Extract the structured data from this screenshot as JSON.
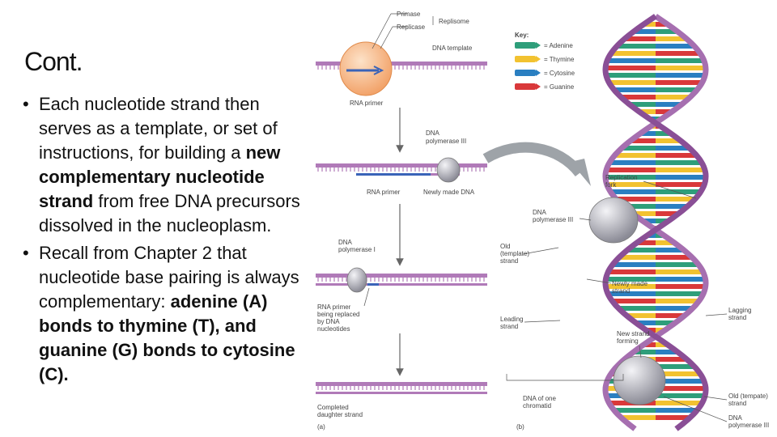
{
  "slide": {
    "title": "Cont.",
    "bullet_char": "•",
    "bullet1": {
      "text_a": "Each nucleotide strand then serves as a template, or set of instructions, for building a ",
      "bold": "new complementary nucleotide strand",
      "text_b": " from free DNA precursors dissolved in the nucleoplasm."
    },
    "bullet2": {
      "text_a": "Recall from Chapter 2 that nucleotide base pairing is always complementary: ",
      "bold": "adenine (A) bonds to thymine (T), and guanine (G) bonds to cytosine (C)."
    }
  },
  "panel_a": {
    "primase": "Primase",
    "replicase": "Replicase",
    "replisome": "Replisome",
    "dna_template": "DNA template",
    "rna_primer_top": "RNA primer",
    "dna_polymerase_3": "DNA",
    "dna_polymerase_3b": "polymerase III",
    "rna_primer": "RNA primer",
    "newly_made_dna": "Newly made DNA",
    "dna_polymerase_1": "DNA",
    "dna_polymerase_1b": "polymerase I",
    "replaced_1": "RNA primer",
    "replaced_2": "being replaced",
    "replaced_3": "by DNA",
    "replaced_4": "nucleotides",
    "completed_1": "Completed",
    "completed_2": "daughter strand",
    "panel_label": "(a)"
  },
  "key": {
    "title": "Key:",
    "items": [
      {
        "label": "= Adenine",
        "color": "#2e9e7a"
      },
      {
        "label": "= Thymine",
        "color": "#f2c230"
      },
      {
        "label": "= Cytosine",
        "color": "#2a7fc1"
      },
      {
        "label": "= Guanine",
        "color": "#d9383a"
      }
    ]
  },
  "panel_b": {
    "replication_fork_1": "Replication",
    "replication_fork_2": "fork",
    "dna_pol_3_1": "DNA",
    "dna_pol_3_2": "polymerase III",
    "old_template_1": "Old",
    "old_template_2": "(template)",
    "old_template_3": "strand",
    "newly_made_1": "Newly made",
    "newly_made_2": "strand",
    "leading_1": "Leading",
    "leading_2": "strand",
    "lagging_1": "Lagging",
    "lagging_2": "strand",
    "new_strand_1": "New strand",
    "new_strand_2": "forming",
    "dna_one_1": "DNA of one",
    "dna_one_2": "chromatid",
    "old_tempate_r": "Old (tempate)",
    "strand_r": "strand",
    "dna_pol_3r_1": "DNA",
    "dna_pol_3r_2": "polymerase III",
    "panel_label": "(b)"
  },
  "colors": {
    "backbone": "#b07ab8",
    "backbone_dark": "#8a4f96",
    "primer_blue": "#3a63b8",
    "enzyme_gray": "#9a9aa6",
    "arrow_gray": "#8e9399"
  }
}
